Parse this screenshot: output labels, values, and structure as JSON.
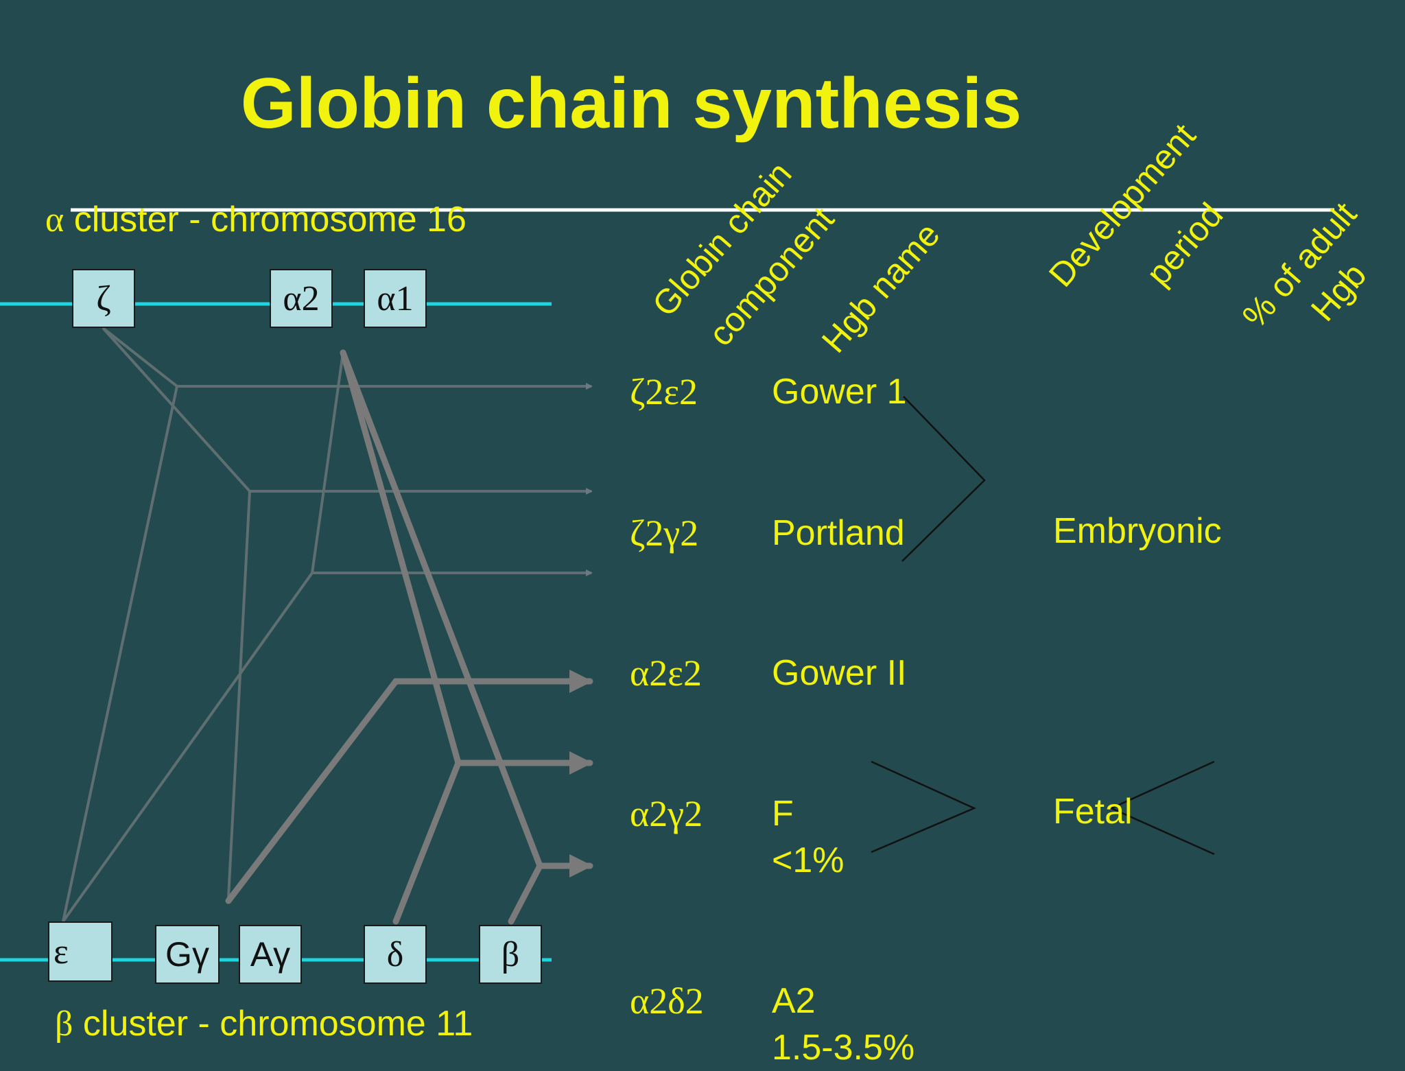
{
  "title": "Globin chain synthesis",
  "alpha_cluster": {
    "symbol": "α",
    "label": " cluster - chromosome 16",
    "genes": [
      "ζ",
      "α2",
      "α1"
    ]
  },
  "beta_cluster": {
    "symbol": "β",
    "label": " cluster - chromosome 11",
    "genes": [
      "ε",
      "Gγ",
      "Aγ",
      "δ",
      "β"
    ]
  },
  "headers": {
    "globin_chain": "Globin chain",
    "component": "component",
    "hgb_name": "Hgb name",
    "development": "Development",
    "period": "period",
    "pct_line1": "% of adult",
    "pct_line2": "Hgb"
  },
  "rows": [
    {
      "chain": "ζ2ε2",
      "hgb": "Gower 1",
      "pct": ""
    },
    {
      "chain": "ζ2γ2",
      "hgb": "Portland",
      "pct": ""
    },
    {
      "chain": "α2ε2",
      "hgb": "Gower II",
      "pct": ""
    },
    {
      "chain": "α2γ2",
      "hgb": "F",
      "pct": "<1%"
    },
    {
      "chain": "α2δ2",
      "hgb": "A2",
      "pct": "1.5-3.5%"
    }
  ],
  "periods": {
    "embryonic": "Embryonic",
    "fetal": "Fetal"
  },
  "colors": {
    "background": "#224a4f",
    "text": "#f2f20f",
    "chromosome_line": "#1fd6df",
    "gene_box": "#b3dfe3",
    "connector": "#7a7a7a"
  }
}
